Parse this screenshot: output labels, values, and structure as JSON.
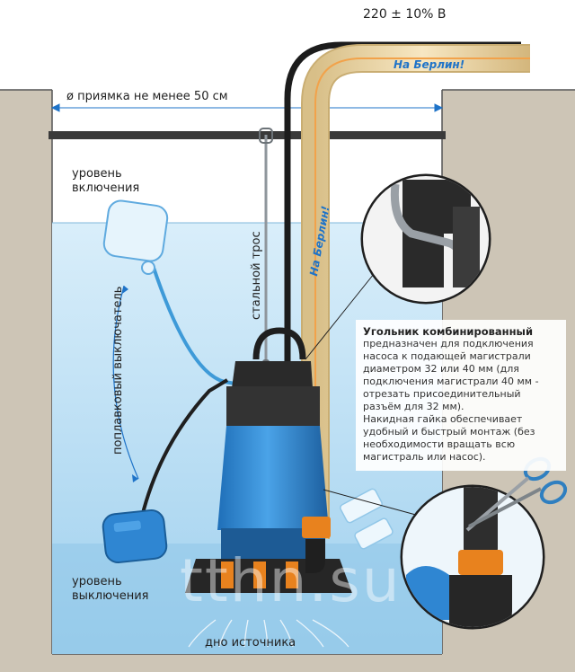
{
  "labels": {
    "voltage": "220 ± 10% В",
    "pit_diameter": "ø приямка не менее 50 см",
    "on_level_line1": "уровень",
    "on_level_line2": "включения",
    "off_level_line1": "уровень",
    "off_level_line2": "выключения",
    "float_switch": "поплавковый выключатель",
    "steel_cable": "стальной трос",
    "source_bottom": "дно источника",
    "hose_brand": "На Берлин!"
  },
  "callout": {
    "title": "Угольник комбинированный",
    "text1": "предназначен для подключения насоса к подающей магистрали диаметром 32 или 40 мм (для подключения магистрали 40 мм - отрезать присоединительный разъём для 32 мм).",
    "text2": "Накидная гайка обеспечивает удобный и быстрый монтаж (без необходимости вращать всю магистраль или насос)."
  },
  "watermark": "tthn.su",
  "colors": {
    "ground": "#cdc5b6",
    "water": "#c6e3f4",
    "water_deep": "#a8d4ee",
    "pump_blue": "#2f86d2",
    "pump_black": "#2b2b2b",
    "hose": "#f0dcb0",
    "nut_orange": "#e8821e"
  }
}
